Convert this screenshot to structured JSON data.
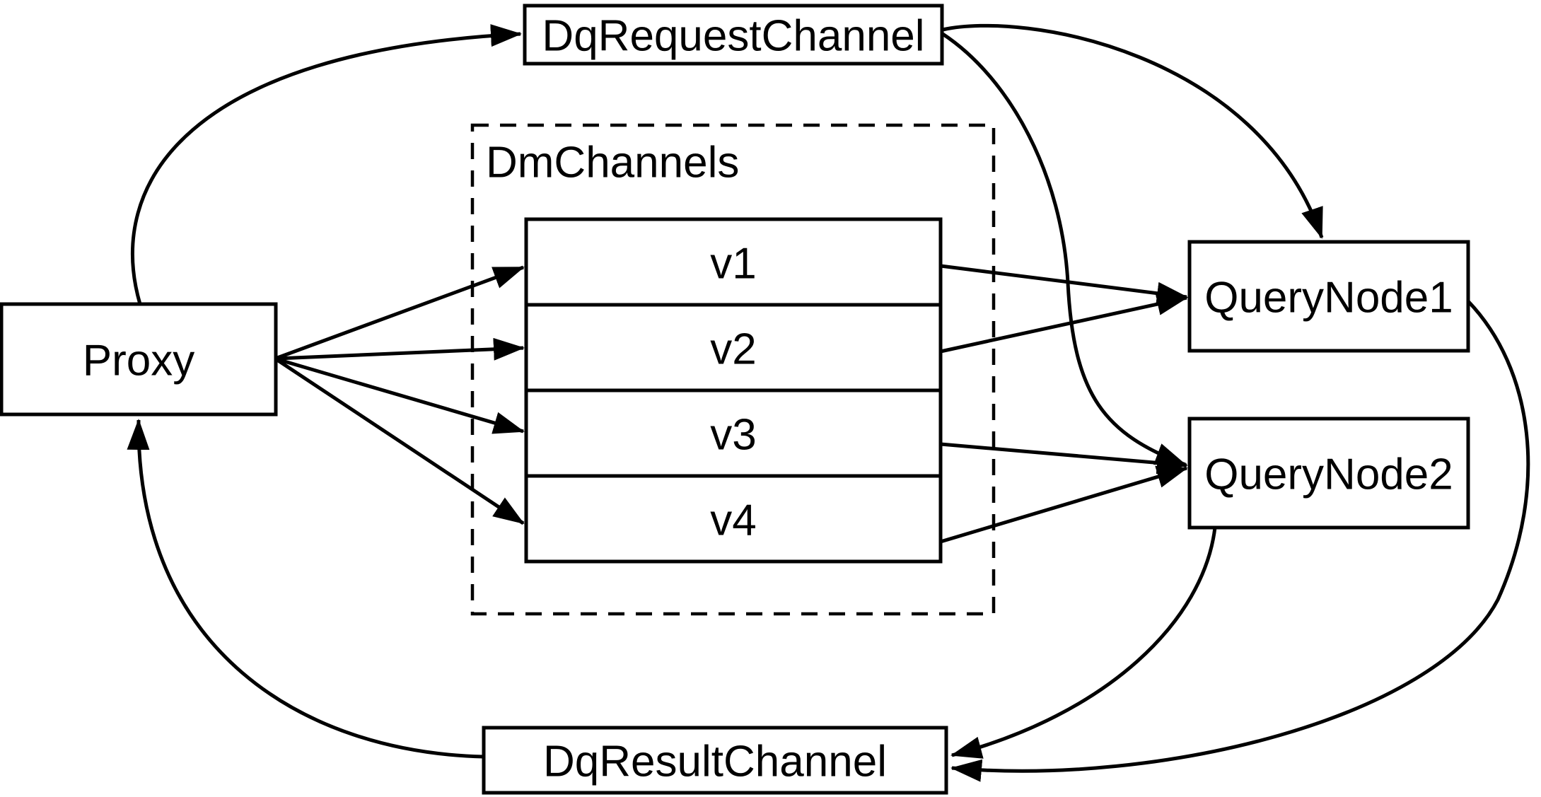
{
  "page": {
    "background_color": "#ffffff",
    "stroke_color": "#000000"
  },
  "nodes": {
    "proxy": {
      "label": "Proxy"
    },
    "dq_request_channel": {
      "label": "DqRequestChannel"
    },
    "dm_channels": {
      "label": "DmChannels",
      "channels": [
        {
          "label": "v1"
        },
        {
          "label": "v2"
        },
        {
          "label": "v3"
        },
        {
          "label": "v4"
        }
      ]
    },
    "query_node_1": {
      "label": "QueryNode1"
    },
    "query_node_2": {
      "label": "QueryNode2"
    },
    "dq_result_channel": {
      "label": "DqResultChannel"
    }
  },
  "edges": [
    {
      "from": "Proxy",
      "to": "DqRequestChannel"
    },
    {
      "from": "Proxy",
      "to": "v1"
    },
    {
      "from": "Proxy",
      "to": "v2"
    },
    {
      "from": "Proxy",
      "to": "v3"
    },
    {
      "from": "Proxy",
      "to": "v4"
    },
    {
      "from": "v1",
      "to": "QueryNode1"
    },
    {
      "from": "v2",
      "to": "QueryNode1"
    },
    {
      "from": "v3",
      "to": "QueryNode2"
    },
    {
      "from": "v4",
      "to": "QueryNode2"
    },
    {
      "from": "DqRequestChannel",
      "to": "QueryNode1"
    },
    {
      "from": "DqRequestChannel",
      "to": "QueryNode2"
    },
    {
      "from": "QueryNode1",
      "to": "DqResultChannel"
    },
    {
      "from": "QueryNode2",
      "to": "DqResultChannel"
    },
    {
      "from": "DqResultChannel",
      "to": "Proxy"
    }
  ]
}
